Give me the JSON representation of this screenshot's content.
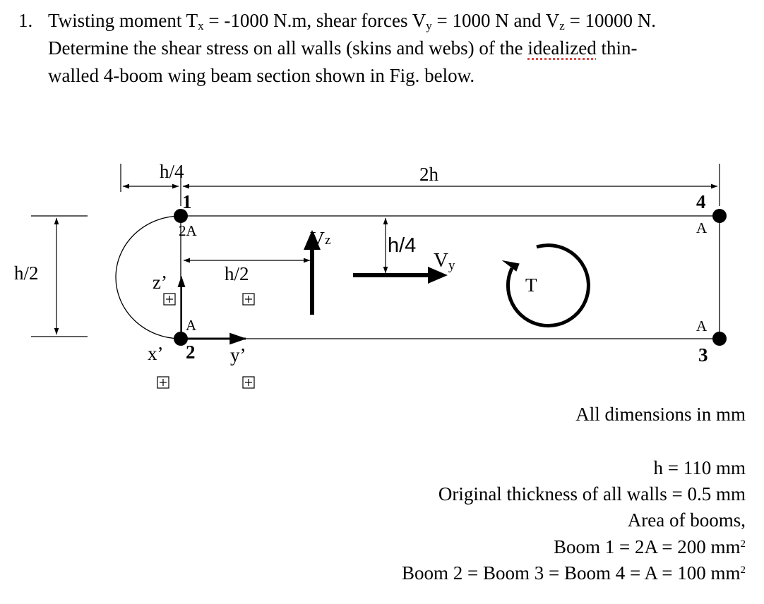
{
  "problem": {
    "number": "1.",
    "line1": {
      "p1": "Twisting moment T",
      "s1": "x",
      "p2": " = -1000 N.m, shear forces V",
      "s2": "y",
      "p3": " = 1000 N and V",
      "s3": "z",
      "p4": " = 10000 N."
    },
    "line2": {
      "before": "Determine the shear stress on all walls (skins and webs) of the ",
      "marked": "idealized",
      "after": " thin-"
    },
    "line3": "walled 4-boom wing beam section shown in Fig. below."
  },
  "figure": {
    "labels": {
      "h4_top": "h/4",
      "two_h": "2h",
      "h2_left": "h/2",
      "boom1": "1",
      "boom2": "2",
      "boom3": "3",
      "boom4": "4",
      "area_2A": "2A",
      "area_A_boom2": "A",
      "area_A_boom4": "A",
      "area_A_boom3": "A",
      "z_prime": "z’",
      "x_prime": "x’",
      "y_prime": "y’",
      "h2_mid": "h/2",
      "vz_V": "V",
      "vz_sub": "z",
      "h4_mid": "h/4",
      "vy_V": "V",
      "vy_sub": "y",
      "torque": "T"
    }
  },
  "notes": {
    "dims": "All dimensions in mm",
    "h": "h = 110 mm",
    "thickness": "Original thickness of all walls = 0.5 mm",
    "area_title": "Area of booms,",
    "boom1": {
      "text": "Boom 1 = 2A = 200 mm",
      "sup": "2"
    },
    "booms234": {
      "text": "Boom 2 = Boom 3 = Boom 4 = A = 100 mm",
      "sup": "2"
    }
  }
}
